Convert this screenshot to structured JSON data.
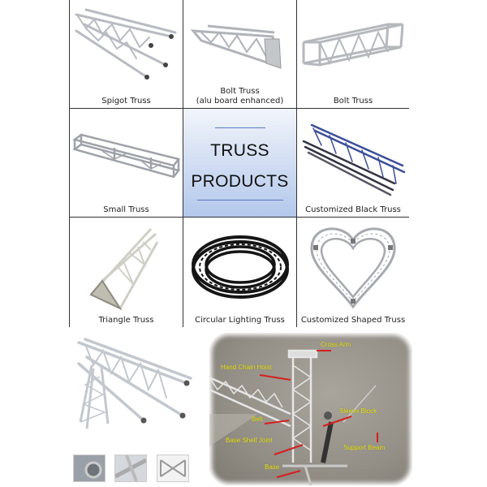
{
  "grid": {
    "cells": [
      {
        "caption": "Spigot Truss"
      },
      {
        "caption_line1": "Bolt Truss",
        "caption_line2": "(alu board enhanced)"
      },
      {
        "caption": "Bolt Truss"
      },
      {
        "caption": "Small Truss"
      },
      {
        "title_line1": "TRUSS",
        "title_line2": "PRODUCTS"
      },
      {
        "caption": "Customized Black Truss"
      },
      {
        "caption": "Triangle Truss"
      },
      {
        "caption": "Circular Lighting Truss"
      },
      {
        "caption": "Customized Shaped Truss"
      }
    ]
  },
  "diagram": {
    "labels": {
      "cross_arm": "Cross Arm",
      "hand_chain_hoist": "Hand Chain Hoist",
      "sleeve_block": "Sleeve Block",
      "belt": "Belt",
      "base_shelf_joint": "Base Shelf Joint",
      "support_beam": "Support Beam",
      "base": "Base"
    },
    "label_color": "#e8e61a",
    "pointer_color": "#d42020"
  },
  "colors": {
    "center_gradient_top": "#f2f5fb",
    "center_gradient_bottom": "#b3c8ec",
    "accent_line": "#5a7cc0",
    "grid_border": "#333333"
  }
}
